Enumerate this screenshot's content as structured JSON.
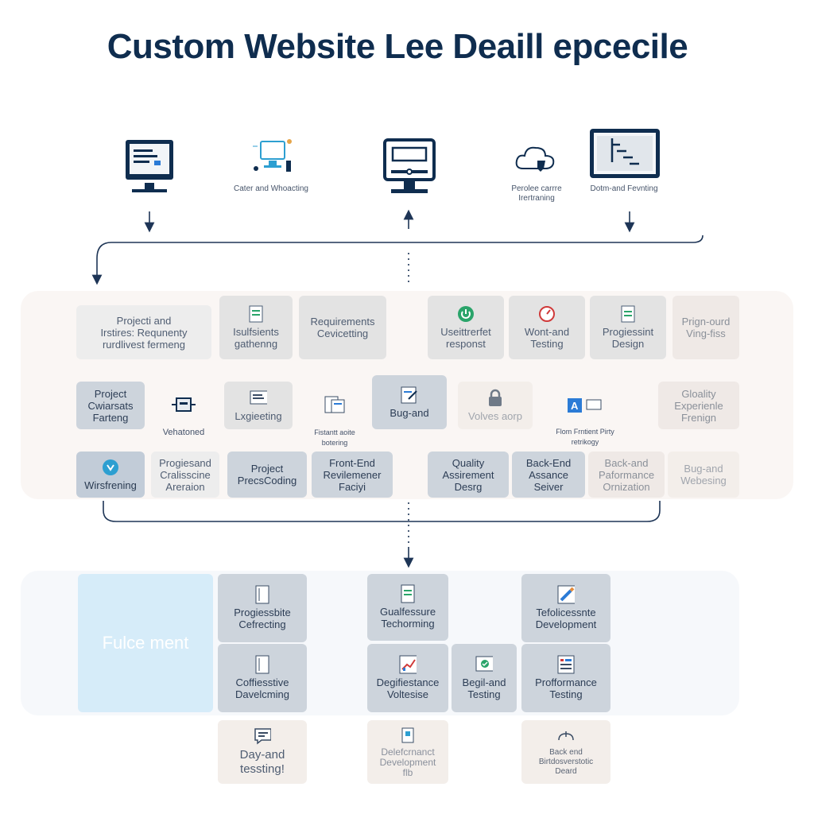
{
  "title": "Custom Website Lee Deaill epcecile",
  "top_row": [
    {
      "id": "monitor-left",
      "caption": ""
    },
    {
      "id": "design-pc",
      "caption": "Cater and\nWhoacting"
    },
    {
      "id": "monitor-center",
      "caption": ""
    },
    {
      "id": "cloud",
      "caption": "Perolee carrre\nIrertraning"
    },
    {
      "id": "monitor-right",
      "caption": "Dotm-and\nFevnting"
    }
  ],
  "band1": {
    "row1": [
      {
        "label": "Projecti and\nIrstires: Requnenty\nrurdlivest fermeng"
      },
      {
        "label": "Isulfsients\ngathenng",
        "icon": "document-icon"
      },
      {
        "label": "Requirements\nCevicetting"
      },
      {
        "label": "Useittrerfet\nresponst",
        "icon": "power-icon"
      },
      {
        "label": "Wont-and\nTesting",
        "icon": "gauge-icon"
      },
      {
        "label": "Progiessint\nDesign",
        "icon": "document-icon"
      },
      {
        "label": "Prign-ourd\nVing-fiss"
      }
    ],
    "row2": [
      {
        "label": "Project\nCwiarsats\nFarteng"
      },
      {
        "label": "Vehatoned",
        "icon": "robot-icon"
      },
      {
        "label": "Lxgieeting",
        "icon": "screen-icon"
      },
      {
        "label": "Fistantt aoite\nbotering",
        "icon": "files-icon"
      },
      {
        "label": "Bug-and",
        "icon": "doc-edit-icon"
      },
      {
        "label": "Volves aorp",
        "icon": "lock-icon"
      },
      {
        "label": "Flom Frntient Pirty\nretrikogy",
        "icon": "font-icon"
      },
      {
        "label": "Gloality\nExperienle\nFrenign"
      }
    ],
    "row3": [
      {
        "label": "Wirsfrening",
        "icon": "shield-icon"
      },
      {
        "label": "Progiesand\nCralisscine\nAreraion"
      },
      {
        "label": "Project\nPrecsCoding"
      },
      {
        "label": "Front-End\nRevilemener\nFaciyi"
      },
      {
        "label": "Quality\nAssirement\nDesrg"
      },
      {
        "label": "Back-End\nAssance\nSeiver"
      },
      {
        "label": "Back-and\nPaformance\nOrnization"
      },
      {
        "label": "Bug-and\nWebesing"
      }
    ]
  },
  "band2": {
    "feature": "Fulce ment",
    "cells": [
      {
        "label": "Progiessbite\nCefrecting",
        "icon": "page-icon"
      },
      {
        "label": "Coffiesstive\nDavelcming",
        "icon": "page-icon"
      },
      {
        "label": "Gualfessure\nTechorming",
        "icon": "document-icon"
      },
      {
        "label": "Degifiestance\nVoltesise",
        "icon": "chart-icon"
      },
      {
        "label": "Begil-and\nTesting",
        "icon": "screen-check-icon"
      },
      {
        "label": "Tefolicessnte\nDevelopment",
        "icon": "pen-icon"
      },
      {
        "label": "Profformance\nTesting",
        "icon": "sheet-icon"
      }
    ],
    "bottom": [
      {
        "label": "Day-and\ntessting!",
        "icon": "chat-icon"
      },
      {
        "label": "Delefcrnanct\nDevelopment\nflb",
        "icon": "tool-icon"
      },
      {
        "label": "Back end\nBirtdosverstotic\nDeard",
        "icon": "pin-icon"
      }
    ]
  },
  "colors": {
    "navy": "#0f2d4f",
    "line": "#1e3556",
    "accent_blue": "#2b7bd6",
    "feature_bg": "#d6ecf9"
  }
}
